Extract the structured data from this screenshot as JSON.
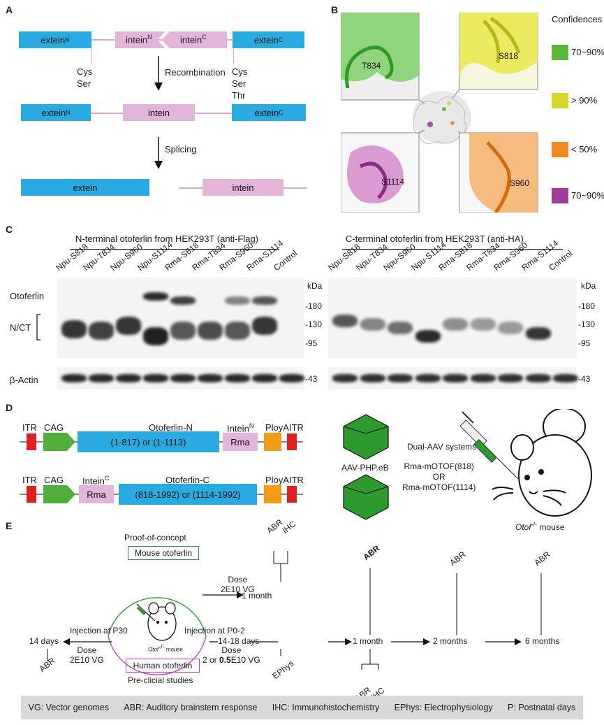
{
  "panels": {
    "a": "A",
    "b": "B",
    "c": "C",
    "d": "D",
    "e": "E"
  },
  "panelA": {
    "row1": {
      "extein_n": "extein",
      "extein_n_sup": "N",
      "intein_n": "intein",
      "intein_n_sup": "N",
      "intein_c": "intein",
      "intein_c_sup": "C",
      "extein_c": "extein",
      "extein_c_sup": "C"
    },
    "left_residues": [
      "Cys",
      "Ser"
    ],
    "right_residues": [
      "Cys",
      "Ser",
      "Thr"
    ],
    "step1": "Recombination",
    "row2": {
      "extein_n": "extein",
      "extein_n_sup": "N",
      "intein": "intein",
      "extein_c": "extein",
      "extein_c_sup": "C"
    },
    "step2": "Splicing",
    "row3": {
      "extein": "extein",
      "intein": "intein"
    }
  },
  "panelB": {
    "confidences_title": "Confidences",
    "legend": [
      {
        "label": "70~90%",
        "color": "#5cb83a"
      },
      {
        "label": "> 90%",
        "color": "#d6d62a"
      },
      {
        "label": "< 50%",
        "color": "#f0891f"
      },
      {
        "label": "70~90%",
        "color": "#a23a98"
      }
    ],
    "sites": [
      "T834",
      "S818",
      "S1114",
      "S960"
    ]
  },
  "panelC": {
    "left_title": "N-terminal otoferlin from HEK293T (anti-Flag)",
    "right_title": "C-terminal otoferlin from HEK293T (anti-HA)",
    "lanes": [
      "Npu-S818",
      "Npu-T834",
      "Npu-S960",
      "Npu-S1114",
      "Rma-S818",
      "Rma-T834",
      "Rma-S960",
      "Rma-S1114",
      "Control"
    ],
    "otoferlin_label": "Otoferlin",
    "nct_label": "N/CT",
    "actin_label": "β-Actin",
    "kda": "kDa",
    "markers": [
      "-180",
      "-130",
      "-95"
    ],
    "actin_marker": "-43"
  },
  "panelD": {
    "itr": "ITR",
    "cag": "CAG",
    "otoferlin_n": "Otoferlin-N",
    "otoferlin_n_range": "(1-817) or (1-1113)",
    "intein_n": "Intein",
    "intein_n_sup": "N",
    "rma": "Rma",
    "ployA": "PloyA",
    "intein_c": "Intein",
    "intein_c_sup": "C",
    "otoferlin_c": "Otoferlin-C",
    "otoferlin_c_range": "(818-1992) or (1114-1992)",
    "aav": "AAV-PHP.eB",
    "dual": "Dual-AAV systems",
    "constructs": [
      "Rma-mOTOF(818)",
      "OR",
      "Rma-mOTOF(1114)"
    ],
    "mouse_italic": "Otof",
    "mouse_sup": "-/-",
    "mouse_label": "mouse"
  },
  "panelE": {
    "proof": "Proof-of-concept",
    "mouse_otoferlin": "Mouse otoferlin",
    "human_otoferlin": "Human otoferlin",
    "preclinical": "Pre-clicial studies",
    "inj_p30": "Injection at P30",
    "inj_p02": "Injection at P0-2",
    "dose_top": "Dose",
    "dose_top_val": "2E10 VG",
    "dose_left": "Dose",
    "dose_left_val": "2E10 VG",
    "dose_right": "Dose",
    "dose_right_pre": "2 or ",
    "dose_right_bold": "0.5",
    "dose_right_post": "E10 VG",
    "one_month_top": "1 month",
    "abr": "ABR",
    "ihc": "IHC",
    "ephys": "EPhys",
    "days14": "14 days",
    "days1418": "14-18 days",
    "month1": "1 month",
    "months2": "2 months",
    "months6": "6 months",
    "small_mouse": "Otof",
    "small_mouse_sup": "-/-",
    "small_mouse_label": "mouse"
  },
  "footer": [
    "VG: Vector genomes",
    "ABR: Auditory brainstem response",
    "IHC: Immunohistochemistry",
    "EPhys: Electrophysiology",
    "P: Postnatal days"
  ]
}
